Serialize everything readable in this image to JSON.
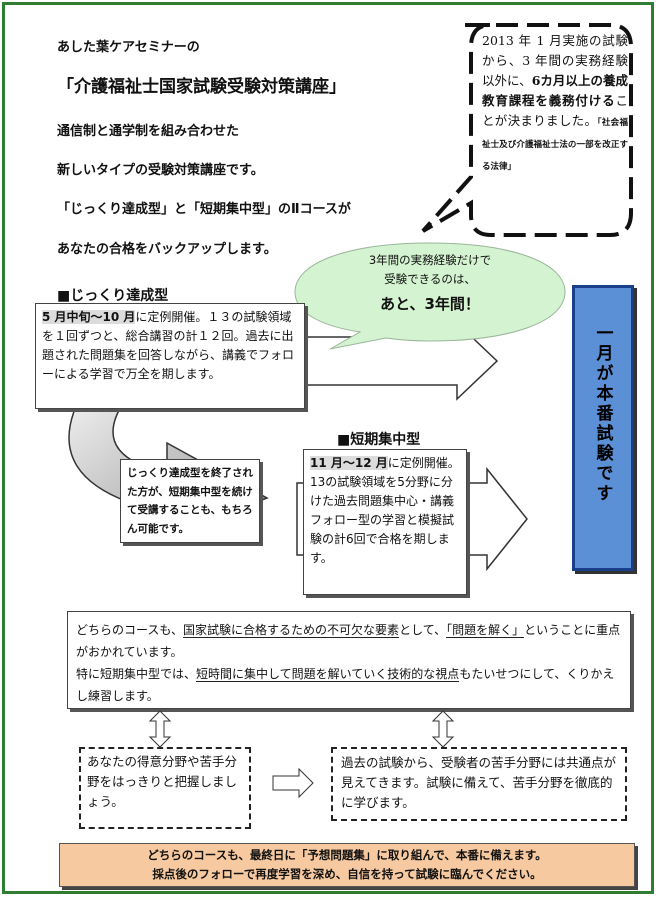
{
  "intro": {
    "line1": "あした葉ケアセミナーの",
    "line2": "「介護福祉士国家試験受験対策講座」",
    "line3": "通信制と通学制を組み合わせた",
    "line4": "新しいタイプの受験対策講座です。",
    "line5": "「じっくり達成型」と「短期集中型」のⅡコースが",
    "line6": "あなたの合格をバックアップします。"
  },
  "notice": {
    "p1": "2013 年 1 月実施の試験から、3 年間の実務経験以外に、",
    "p2_bold": "6カ月以上の養成教育課程を義務付ける",
    "p3": "ことが決まりました。",
    "p4_small": "「社会福祉士及び介護福祉士法の一部を改正する法律」"
  },
  "bubble": {
    "line1": "3年間の実務経験だけで",
    "line2": "受験できるのは、",
    "line3": "あと、3年間！"
  },
  "course1": {
    "heading": "■じっくり達成型",
    "period": "5 月中旬～10 月",
    "desc1": "に定例開催。",
    "desc2": "１３の試験領域を１回ずつと、総合講習の計１２回。過去に出題された問題集を回答しながら、講義でフォローによる学習で万全を期します。"
  },
  "transfer_note": "じっくり達成型を終了された方が、短期集中型を続けて受講することも、もちろん可能です。",
  "course2": {
    "heading": "■短期集中型",
    "period": "11 月～12 月",
    "desc1": "に定例開催。13の試験領域を5分野に分けた過去問題集中心・講義フォロー型の学習と模擬試験の計6回で合格を期します。"
  },
  "exam_banner": "一月が本番試験です",
  "common": {
    "t1": "どちらのコースも、",
    "t2": "国家試験に合格するための不可欠な要素",
    "t3": "として、",
    "t4": "「問題を解く」",
    "t5": "ということに重点がおかれています。",
    "t6": "特に短期集中型では、",
    "t7": "短時間に集中して問題を解いていく技術的な視点",
    "t8": "もたいせつにして、くりかえし練習します。"
  },
  "left_box": "あなたの得意分野や苦手分野をはっきりと把握しましょう。",
  "right_box": "過去の試験から、受験者の苦手分野には共通点が見えてきます。試験に備えて、苦手分野を徹底的に学びます。",
  "footer": {
    "line1": "どちらのコースも、最終日に「予想問題集」に取り組んで、本番に備えます。",
    "line2": "採点後のフォローで再度学習を深め、自信を持って試験に臨んでください。"
  },
  "colors": {
    "frame_green": "#2e7d32",
    "banner_blue": "#5b8fd6",
    "banner_border": "#1a3f8a",
    "bubble_green": "#d4f3d0",
    "footer_orange": "#f7c9a0"
  }
}
